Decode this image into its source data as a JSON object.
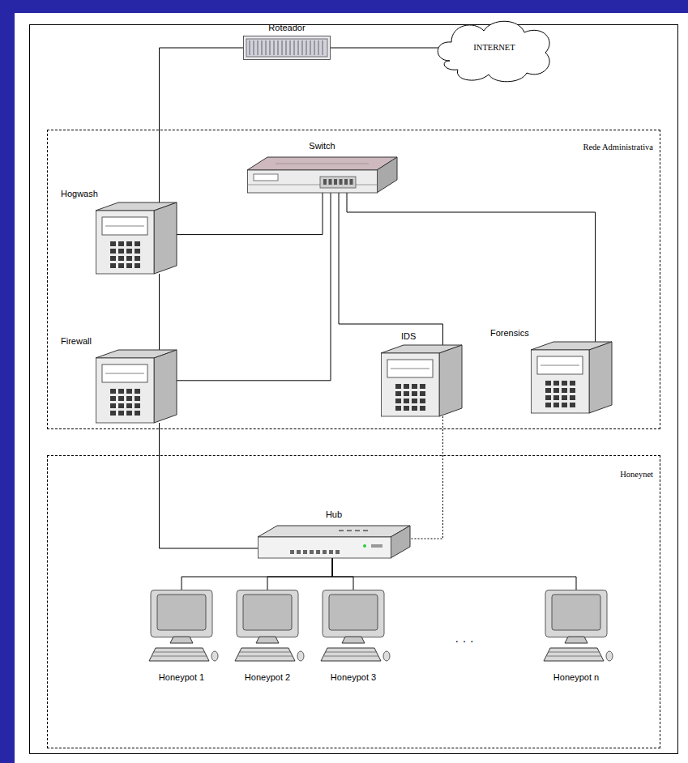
{
  "diagram": {
    "nodes": [
      {
        "text": [
          "Roteador"
        ]
      },
      {
        "text": [
          "INTERNET"
        ]
      },
      {
        "text": [
          "Rede Administrativa"
        ]
      },
      {
        "text": [
          "Switch"
        ],
        "in": 2
      },
      {
        "text": [
          "Hogwash"
        ],
        "in": 2
      },
      {
        "text": [
          "Firewall"
        ],
        "in": 2
      },
      {
        "text": [
          "IDS"
        ],
        "in": 2
      },
      {
        "text": [
          "Forensics"
        ],
        "in": 2
      },
      {
        "text": [
          "Honeynet"
        ]
      },
      {
        "text": [
          "Hub"
        ],
        "in": 8
      },
      {
        "text": [
          "Honeypot 1"
        ],
        "in": 8
      },
      {
        "text": [
          "Honeypot 2"
        ],
        "in": 8
      },
      {
        "text": [
          "Honeypot 3"
        ],
        "in": 8
      },
      {
        "text": [
          "Honeypot n"
        ],
        "in": 8
      }
    ],
    "edges": [
      {
        "from": 0,
        "to": 1,
        "arrow": "none"
      },
      {
        "from": 0,
        "to": 4,
        "arrow": "none"
      },
      {
        "from": 4,
        "to": 3,
        "arrow": "none"
      },
      {
        "from": 4,
        "to": 5,
        "arrow": "none"
      },
      {
        "from": 5,
        "to": 3,
        "arrow": "none"
      },
      {
        "from": 3,
        "to": 6,
        "arrow": "none"
      },
      {
        "from": 3,
        "to": 7,
        "arrow": "none"
      },
      {
        "from": 5,
        "to": 9,
        "arrow": "none"
      },
      {
        "from": 6,
        "to": 9,
        "arrow": "none"
      },
      {
        "from": 9,
        "to": 10,
        "arrow": "none"
      },
      {
        "from": 9,
        "to": 11,
        "arrow": "none"
      },
      {
        "from": 9,
        "to": 12,
        "arrow": "none"
      },
      {
        "from": 9,
        "to": 13,
        "arrow": "none"
      }
    ],
    "labels": [
      "· · ·"
    ]
  }
}
